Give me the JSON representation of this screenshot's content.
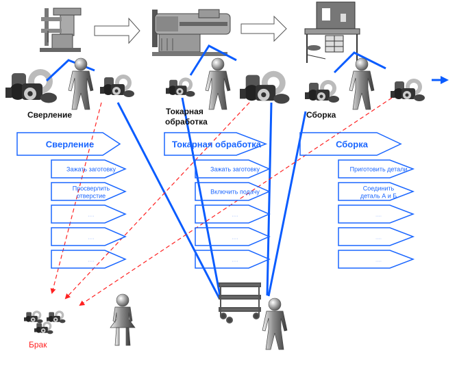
{
  "stations": [
    {
      "name": "Сверление",
      "machine": "drill-press"
    },
    {
      "name": "Токарная обработка",
      "name_lines": [
        "Токарная",
        "обработка"
      ],
      "machine": "lathe"
    },
    {
      "name": "Сборка",
      "machine": "workbench"
    }
  ],
  "processes": [
    {
      "title": "Сверление",
      "steps": [
        [
          "Зажать заготовку"
        ],
        [
          "Просверлить",
          "отверстие"
        ],
        [
          "...."
        ],
        [
          "...."
        ],
        [
          "...."
        ]
      ]
    },
    {
      "title": "Токарная обработка",
      "steps": [
        [
          "Зажать заготовку"
        ],
        [
          "Включить подачу"
        ],
        [
          "...."
        ],
        [
          "...."
        ],
        [
          "...."
        ]
      ]
    },
    {
      "title": "Сборка",
      "steps": [
        [
          "Приготовить детали"
        ],
        [
          "Соединить",
          "деталь А и Б"
        ],
        [
          "...."
        ],
        [
          "...."
        ],
        [
          "...."
        ]
      ]
    }
  ],
  "defect_label": "Брак",
  "colors": {
    "process_blue": "#1a66ff",
    "link_blue": "#0a5cff",
    "defect_red": "#ff2020",
    "label_black": "#111111"
  }
}
